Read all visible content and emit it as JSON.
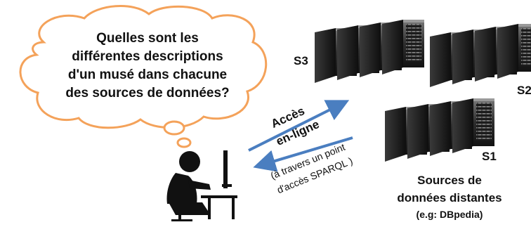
{
  "thought": {
    "lines": [
      "Quelles sont les",
      "différentes descriptions",
      "d'un musé dans chacune",
      "des sources de données?"
    ],
    "outline_color": "#f4a25a"
  },
  "servers": {
    "s1_label": "S1",
    "s2_label": "S2",
    "s3_label": "S3"
  },
  "access": {
    "line1": "Accès",
    "line2": "en-ligne",
    "sub1": "(à travers un point",
    "sub2": "d'accès SPARQL )",
    "arrow_color": "#4a7ec0"
  },
  "sources": {
    "line1": "Sources de",
    "line2": "données distantes",
    "line3": "(e.g: DBpedia)"
  },
  "user_icon": "person-at-computer-icon"
}
